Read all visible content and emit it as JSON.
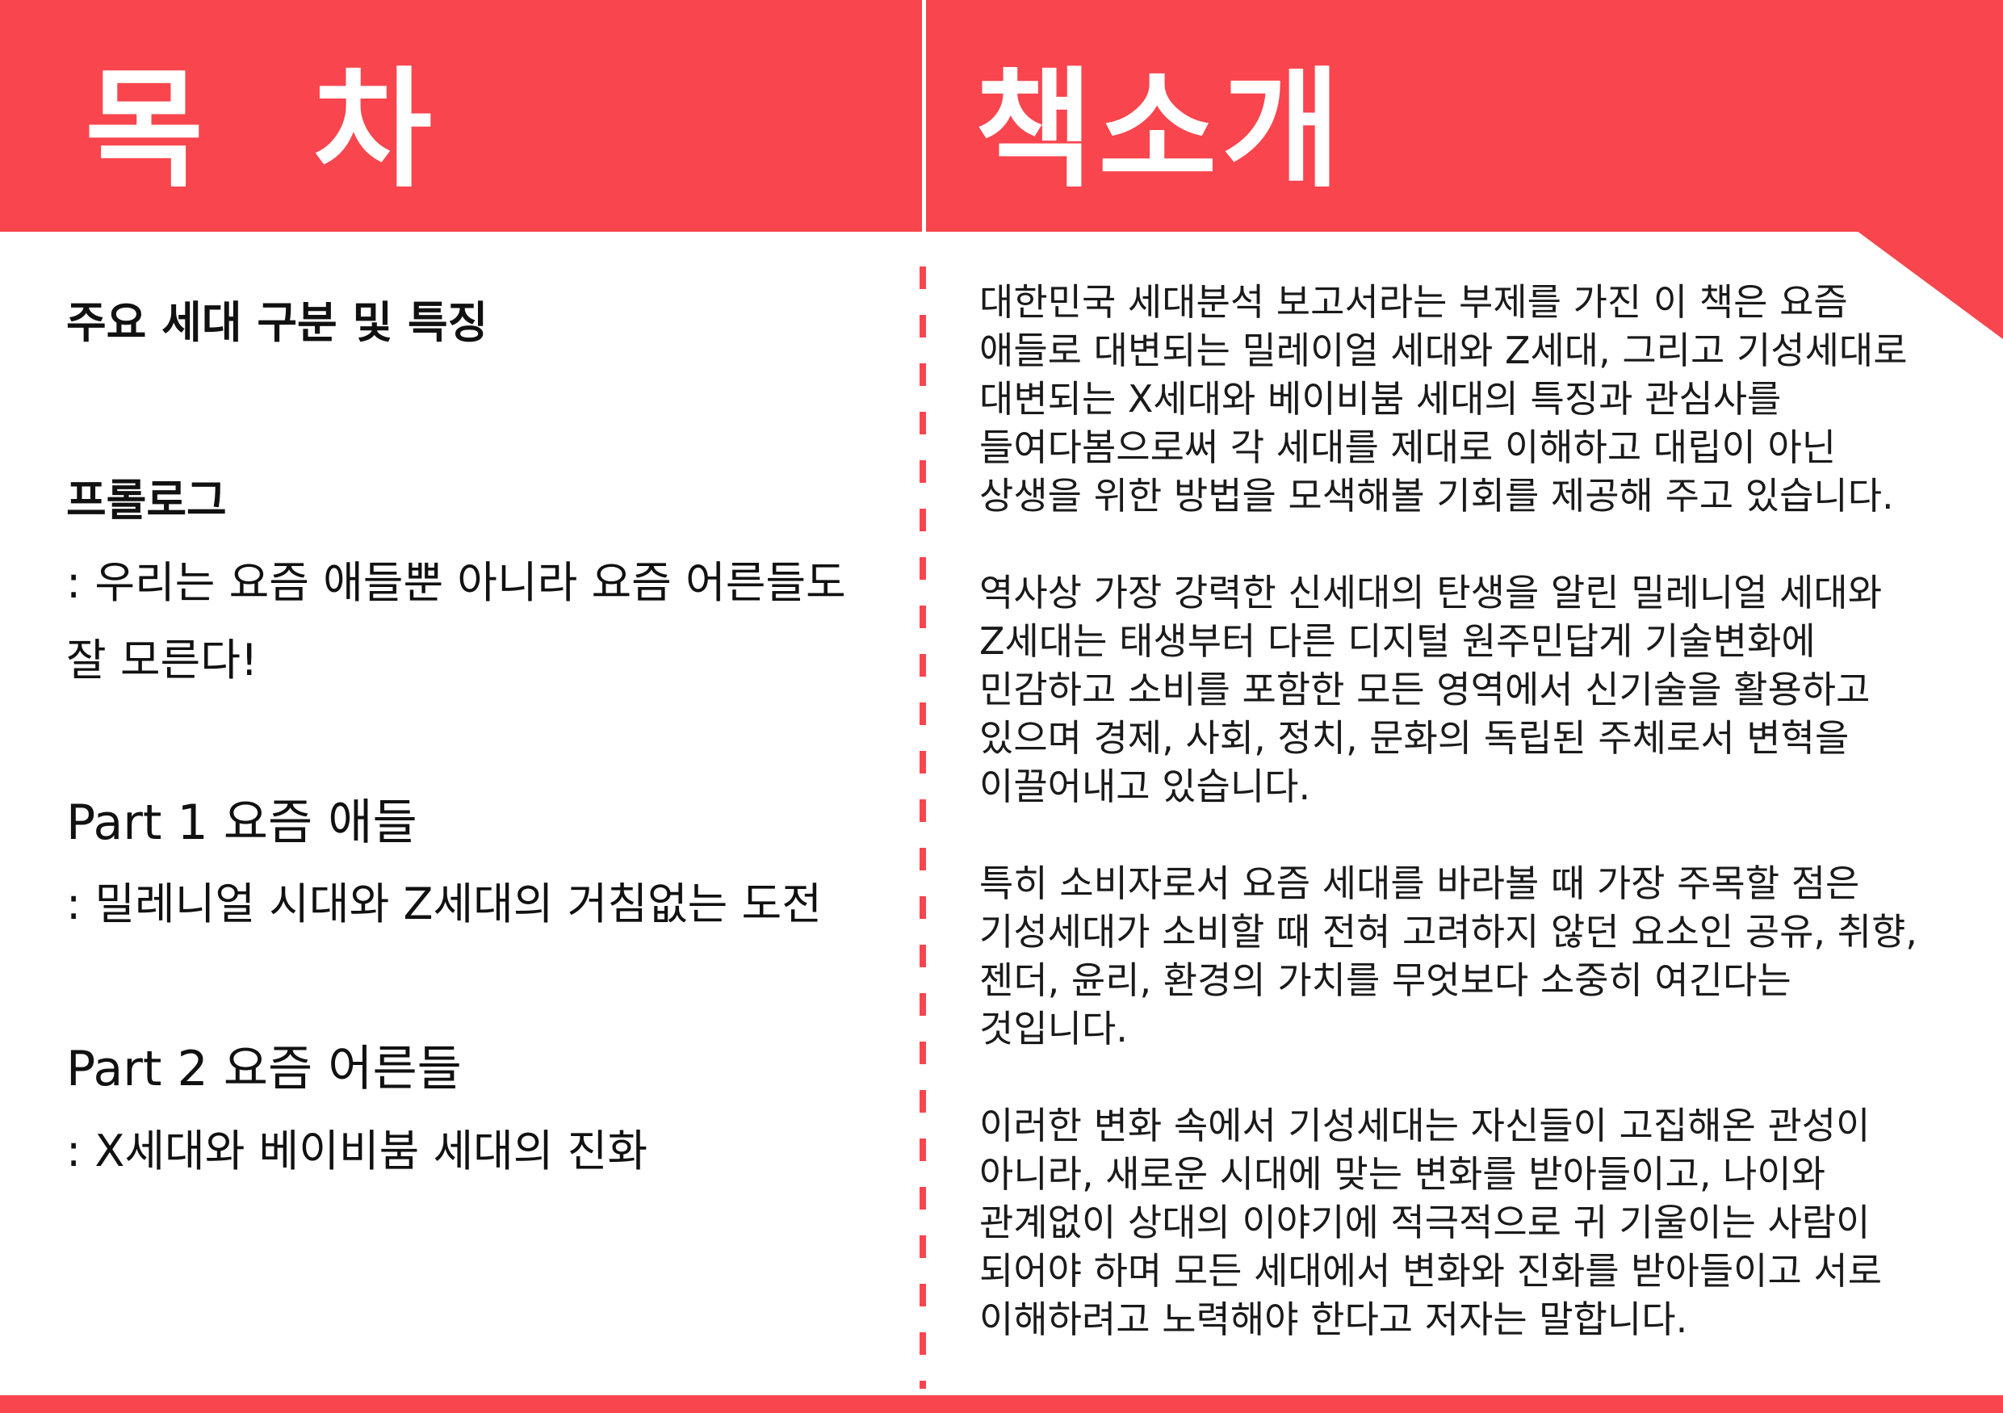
{
  "header": {
    "toc_title": "목 차",
    "intro_title": "책소개"
  },
  "toc": {
    "items": [
      "주요 세대 구분 및 특징",
      "프롤로그",
      ": 우리는 요즘 애들뿐 아니라 요즘 어른들도",
      "잘 모른다!",
      "Part 1 요즘 애들",
      ": 밀레니얼 시대와 Z세대의 거침없는 도전",
      "Part 2 요즘 어른들",
      ": X세대와 베이비붐 세대의 진화"
    ]
  },
  "intro": {
    "lines": [
      "대한민국 세대분석 보고서라는 부제를 가진 이 책은 요즘",
      "애들로 대변되는 밀레이얼 세대와 Z세대, 그리고 기성세대로",
      "대변되는 X세대와 베이비붐 세대의 특징과 관심사를",
      "들여다봄으로써 각 세대를 제대로 이해하고 대립이 아닌",
      "상생을 위한 방법을 모색해볼 기회를 제공해 주고 있습니다.",
      "역사상 가장 강력한 신세대의 탄생을 알린 밀레니얼 세대와",
      "Z세대는 태생부터 다른 디지털 원주민답게 기술변화에",
      "민감하고 소비를 포함한 모든 영역에서 신기술을 활용하고",
      "있으며 경제, 사회, 정치, 문화의 독립된 주체로서 변혁을",
      "이끌어내고 있습니다.",
      "특히 소비자로서 요즘 세대를 바라볼 때 가장 주목할 점은",
      "기성세대가 소비할 때 전혀 고려하지 않던 요소인 공유, 취향,",
      "젠더, 윤리, 환경의 가치를 무엇보다 소중히 여긴다는",
      "것입니다.",
      "이러한 변화 속에서 기성세대는 자신들이 고집해온 관성이",
      "아니라, 새로운 시대에 맞는 변화를 받아들이고, 나이와",
      "관계없이 상대의 이야기에 적극적으로 귀 기울이는 사람이",
      "되어야 하며 모든 세대에서 변화와 진화를 받아들이고 서로",
      "이해하려고 노력해야 한다고 저자는 말합니다."
    ]
  },
  "colors": {
    "accent": "#f9454d",
    "text": "#111111",
    "background": "#ffffff"
  }
}
